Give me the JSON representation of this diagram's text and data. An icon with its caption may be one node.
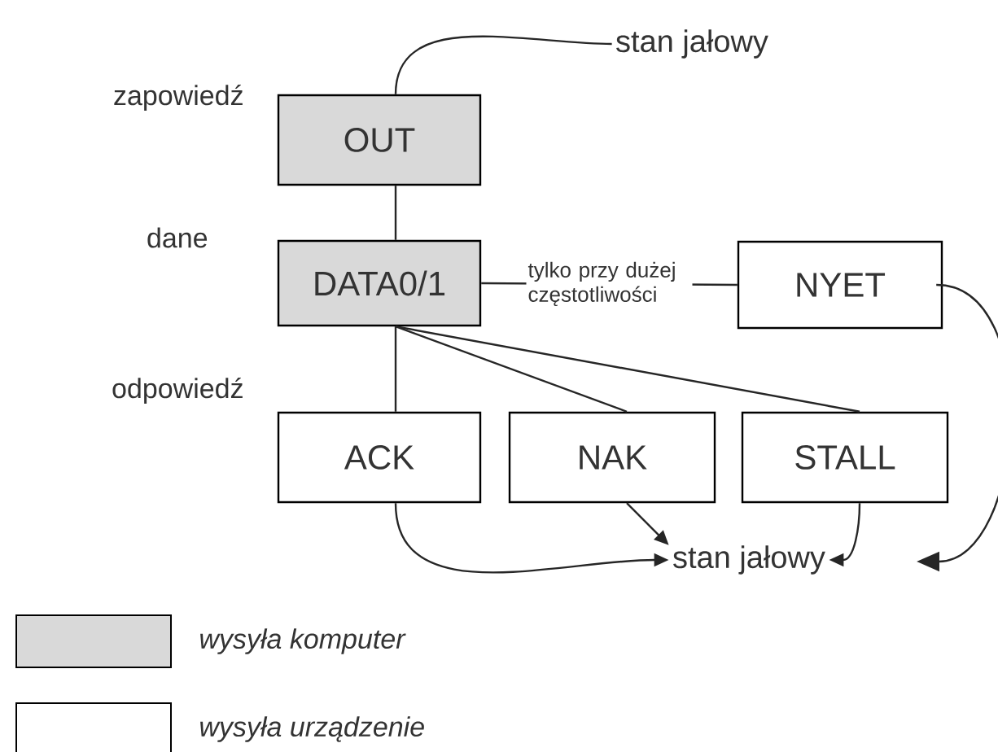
{
  "diagram": {
    "nodes": [
      {
        "text": [
          "stan jałowy"
        ]
      },
      {
        "text": [
          "OUT"
        ]
      },
      {
        "text": [
          "DATA0/1"
        ]
      },
      {
        "text": [
          "NYET"
        ]
      },
      {
        "text": [
          "ACK"
        ]
      },
      {
        "text": [
          "NAK"
        ]
      },
      {
        "text": [
          "STALL"
        ]
      },
      {
        "text": [
          "stan jałowy"
        ]
      }
    ],
    "edges": [
      {
        "from": 0,
        "to": 1,
        "arrow": "none"
      },
      {
        "from": 1,
        "to": 2,
        "arrow": "none"
      },
      {
        "from": 2,
        "to": 3,
        "arrow": "none",
        "label": "tylko przy dużej częstotliwości"
      },
      {
        "from": 2,
        "to": 4,
        "arrow": "none"
      },
      {
        "from": 2,
        "to": 5,
        "arrow": "none"
      },
      {
        "from": 2,
        "to": 6,
        "arrow": "none"
      },
      {
        "from": 4,
        "to": 7,
        "arrow": "to"
      },
      {
        "from": 5,
        "to": 7,
        "arrow": "to"
      },
      {
        "from": 6,
        "to": 7,
        "arrow": "to"
      },
      {
        "from": 3,
        "to": null,
        "arrow": "to"
      }
    ],
    "labels": [
      "zapowiedź",
      "dane",
      "odpowiedź"
    ],
    "legend": [
      {
        "text": "wysyła komputer",
        "color": "#d9d9d9"
      },
      {
        "text": "wysyła urządzenie"
      }
    ]
  }
}
